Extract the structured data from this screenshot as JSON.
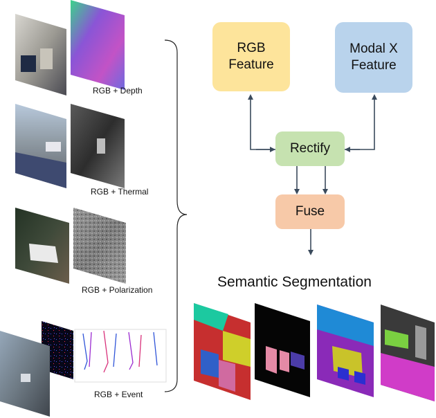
{
  "pairs": [
    {
      "label": "RGB + Depth"
    },
    {
      "label": "RGB + Thermal"
    },
    {
      "label": "RGB + Polarization"
    },
    {
      "label": "RGB + Event"
    }
  ],
  "boxes": {
    "rgb_feature": "RGB\nFeature",
    "modal_x_feature": "Modal X\nFeature",
    "rectify": "Rectify",
    "fuse": "Fuse"
  },
  "output_title": "Semantic Segmentation",
  "colors": {
    "rgb_feature_fill": "#fde49b",
    "modal_x_fill": "#b9d3ec",
    "rectify_fill": "#c6e2b0",
    "fuse_fill": "#f7c9a8",
    "arrow": "#3a4a5c"
  }
}
